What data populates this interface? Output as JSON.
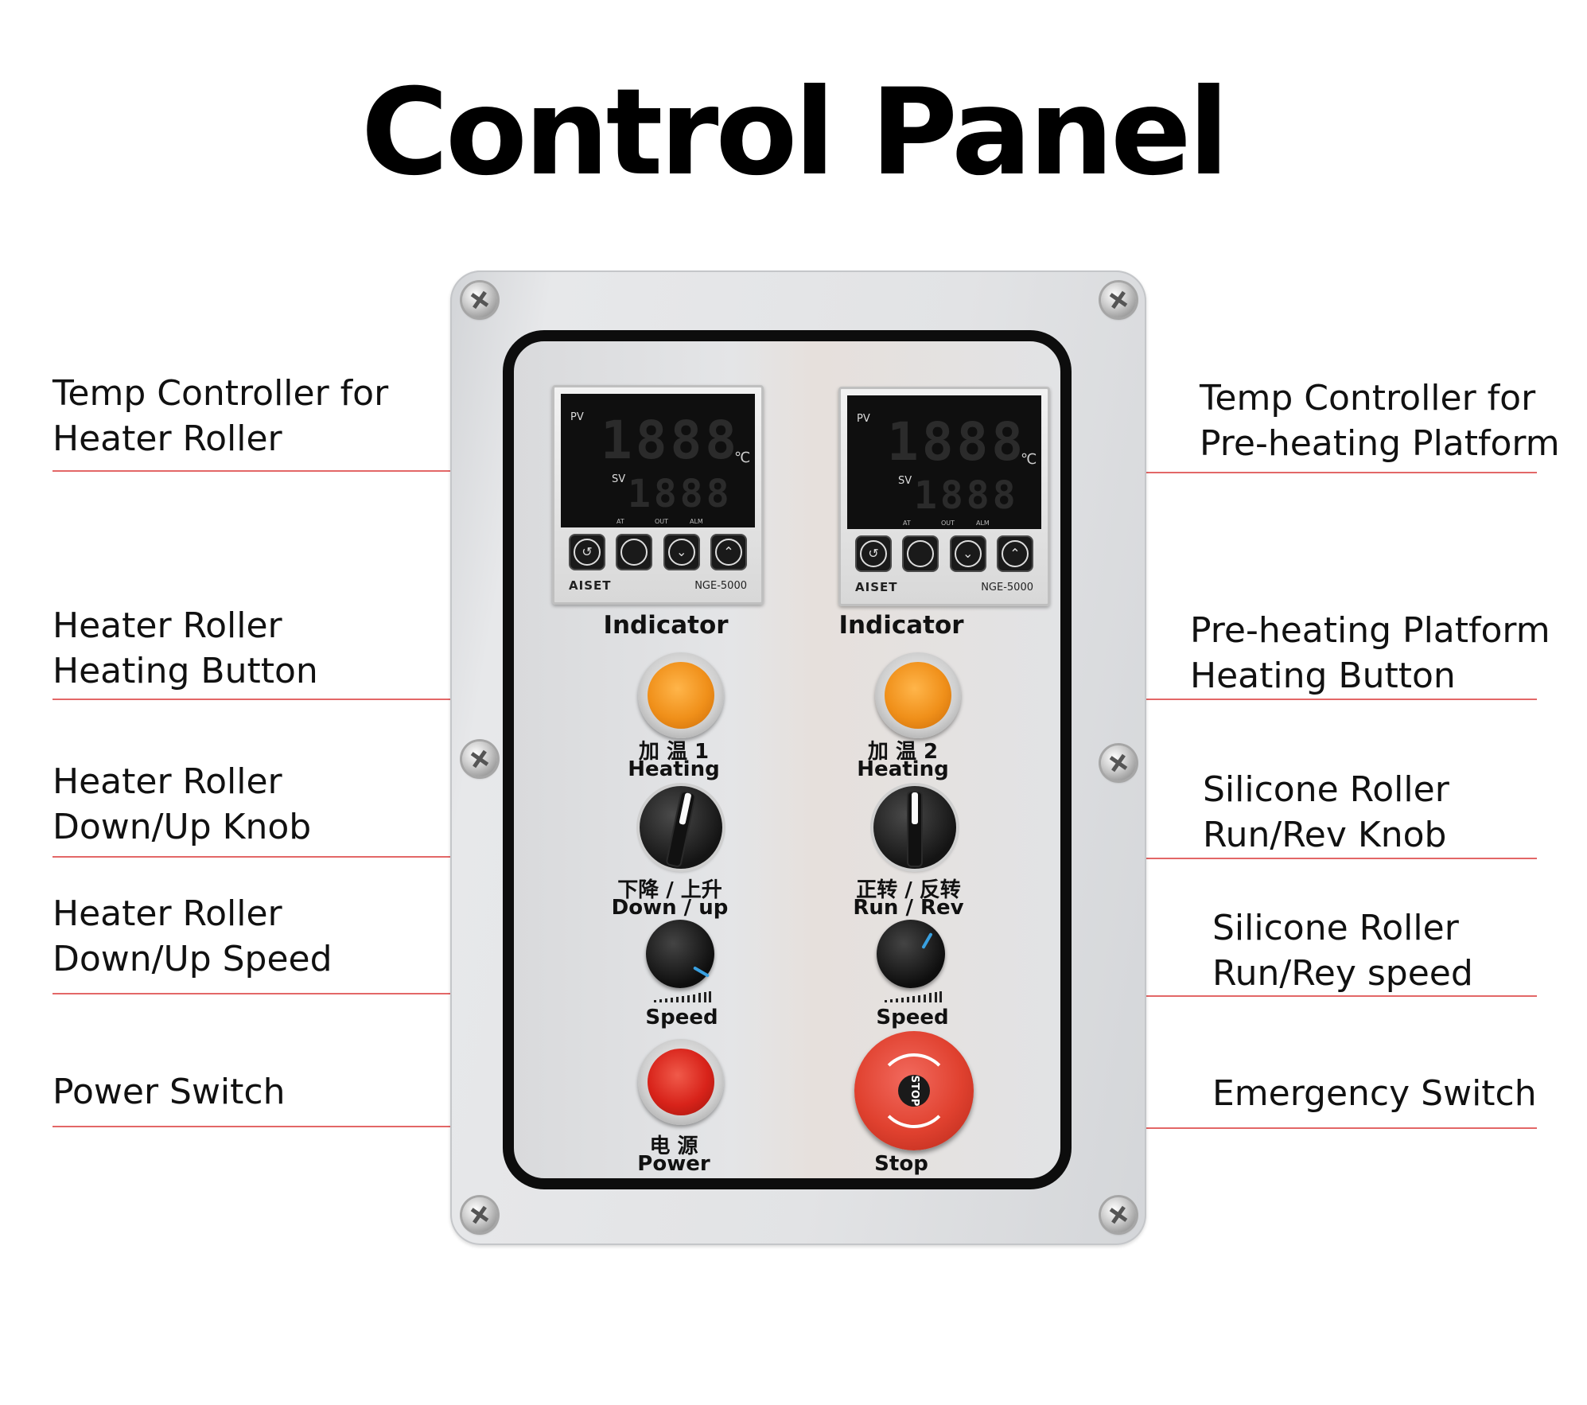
{
  "title": "Control Panel",
  "callouts": {
    "left": [
      {
        "line1": "Temp Controller for",
        "line2": "Heater Roller"
      },
      {
        "line1": "Heater Roller",
        "line2": "Heating Button"
      },
      {
        "line1": "Heater Roller",
        "line2": "Down/Up Knob"
      },
      {
        "line1": "Heater Roller",
        "line2": "Down/Up Speed"
      },
      {
        "line1": "Power Switch",
        "line2": ""
      }
    ],
    "right": [
      {
        "line1": "Temp Controller for",
        "line2": "Pre-heating Platform"
      },
      {
        "line1": "Pre-heating Platform",
        "line2": "Heating Button"
      },
      {
        "line1": "Silicone Roller",
        "line2": "Run/Rev Knob"
      },
      {
        "line1": "Silicone Roller",
        "line2": "Run/Rey speed"
      },
      {
        "line1": "Emergency Switch",
        "line2": ""
      }
    ]
  },
  "panel": {
    "controllers": [
      {
        "pv_label": "PV",
        "sv_label": "SV",
        "pv_digits": "1888",
        "sv_digits": "1888",
        "unit": "℃",
        "leds": [
          "AT",
          "OUT",
          "ALM"
        ],
        "brand": "AISET",
        "model": "NGE-5000"
      },
      {
        "pv_label": "PV",
        "sv_label": "SV",
        "pv_digits": "1888",
        "sv_digits": "1888",
        "unit": "℃",
        "leds": [
          "AT",
          "OUT",
          "ALM"
        ],
        "brand": "AISET",
        "model": "NGE-5000"
      }
    ],
    "indicator_label": "Indicator",
    "left_column": {
      "heating_cn": "加 温 1",
      "heating_en": "Heating",
      "knob_cn": "下降 / 上升",
      "knob_en": "Down / up",
      "speed": "Speed",
      "power_cn": "电 源",
      "power_en": "Power"
    },
    "right_column": {
      "heating_cn": "加 温 2",
      "heating_en": "Heating",
      "knob_cn": "正转 / 反转",
      "knob_en": "Run / Rev",
      "speed": "Speed",
      "stop_cap": "STOP",
      "stop_en": "Stop"
    }
  },
  "colors": {
    "indicator_lamp": "#f0901a",
    "power_lamp": "#d8231a",
    "estop": "#e0412f",
    "leader_line": "#e36767",
    "leader_dot": "#e01818",
    "dial_mark": "#39a0e0"
  }
}
